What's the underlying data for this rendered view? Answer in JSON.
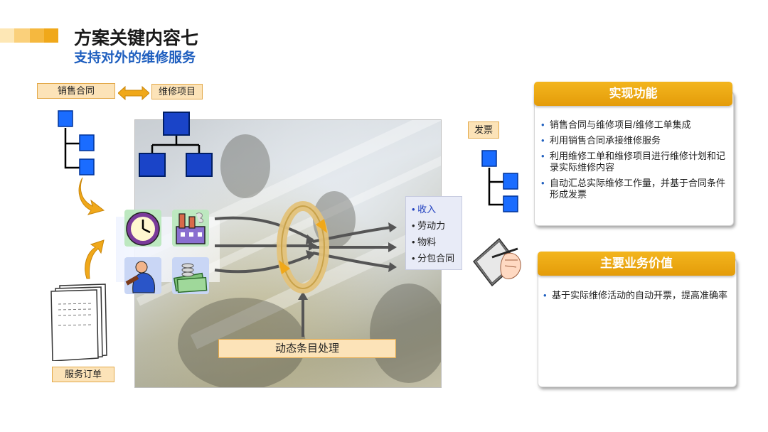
{
  "header": {
    "title": "方案关键内容七",
    "subtitle": "支持对外的维修服务"
  },
  "diagram": {
    "sales_contract": "销售合同",
    "maintenance_project": "维修项目",
    "service_order": "服务订单",
    "invoice": "发票",
    "dynamic_processing": "动态条目处理",
    "outputs": [
      "收入",
      "劳动力",
      "物料",
      "分包合同"
    ]
  },
  "features_panel": {
    "title": "实现功能",
    "items": [
      "销售合同与维修项目/维修工单集成",
      "利用销售合同承接维修服务",
      "利用维修工单和维修项目进行维修计划和记录实际维修内容",
      "自动汇总实际维修工作量，并基于合同条件形成发票"
    ]
  },
  "value_panel": {
    "title": "主要业务价值",
    "items": [
      "基于实际维修活动的自动开票，提高准确率"
    ]
  },
  "colors": {
    "accent": "#f0a81a",
    "title_blue": "#1f5fbf",
    "node_blue": "#1040c0"
  }
}
